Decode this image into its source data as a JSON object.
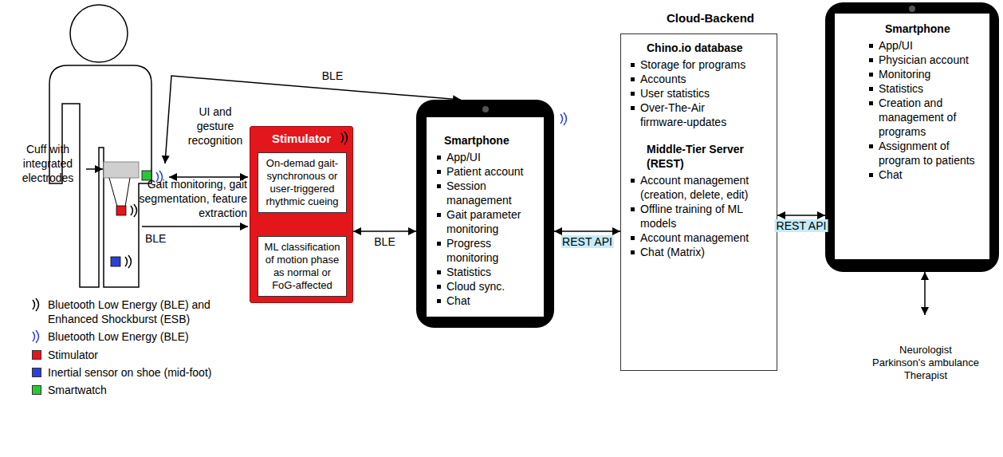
{
  "diagram": {
    "nodes": [
      {
        "text": [
          "Stimulator"
        ]
      },
      {
        "text": [
          "On-demad gait-synchronous or user-triggered rhythmic cueing"
        ],
        "in": 0
      },
      {
        "text": [
          "ML classification of motion phase as normal or FoG-affected"
        ],
        "in": 0
      },
      {
        "text": [
          "Smartphone",
          "App/UI",
          "Patient account",
          "Session management",
          "Gait parameter monitoring",
          "Progress monitoring",
          "Statistics",
          "Cloud sync.",
          "Chat"
        ]
      },
      {
        "text": [
          "Cloud-Backend"
        ]
      },
      {
        "text": [
          "Chino.io database",
          "Storage for programs",
          "Accounts",
          "User statistics",
          "Over-The-Air firmware-updates",
          "Middle-Tier Server (REST)",
          "Account management (creation, delete, edit)",
          "Offline training of ML models",
          "Account management",
          "Chat (Matrix)"
        ],
        "in": 4
      },
      {
        "text": [
          "Smartphone",
          "App/UI",
          "Physician account",
          "Monitoring",
          "Statistics",
          "Creation and management of programs",
          "Assignment of program to patients",
          "Chat"
        ]
      },
      {
        "text": [
          "Neurologist",
          "Parkinson's ambulance",
          "Therapist"
        ]
      }
    ],
    "edges": [
      {
        "from": 0,
        "to": 3,
        "arrow": "both",
        "label": "BLE"
      },
      {
        "from": 3,
        "to": 5,
        "arrow": "both",
        "label": "REST API"
      },
      {
        "from": 5,
        "to": 6,
        "arrow": "both",
        "label": "REST API"
      },
      {
        "from": 6,
        "to": 7,
        "arrow": "both"
      }
    ],
    "labels": [
      "BLE",
      "UI and gesture recognition",
      "Cuff with integrated electrodes",
      "Gait monitoring, gait segmentation, feature extraction",
      "BLE"
    ],
    "legend": [
      {
        "text": "Bluetooth Low Energy (BLE) and Enhanced Shockburst (ESB)"
      },
      {
        "text": "Bluetooth Low Energy (BLE)"
      },
      {
        "text": "Stimulator",
        "color": "#e3161c"
      },
      {
        "text": "Inertial sensor on shoe (mid-foot)",
        "color": "#2f3fd6"
      },
      {
        "text": "Smartwatch",
        "color": "#2ec43a"
      }
    ]
  }
}
